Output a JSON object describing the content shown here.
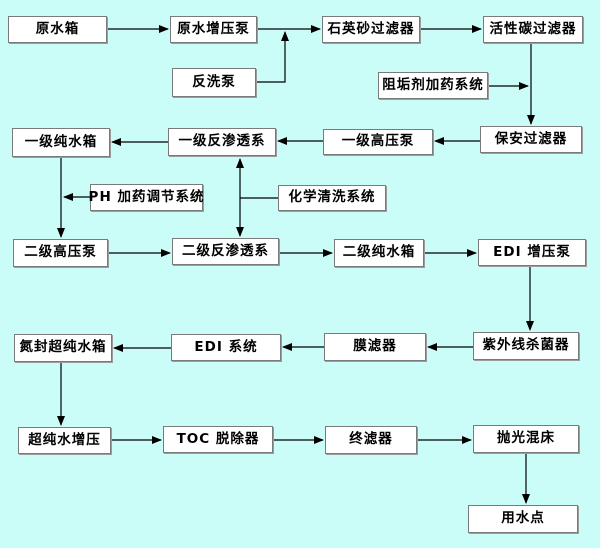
{
  "diagram_type": "flowchart",
  "colors": {
    "background": "#CAFCF8",
    "node_fill": "#FFFFFF",
    "node_border": "#7A7A7A",
    "connector": "#000000",
    "text": "#000000"
  },
  "nodes": [
    {
      "id": "raw-water-tank",
      "label": "原水箱"
    },
    {
      "id": "raw-water-booster-pump",
      "label": "原水增压泵"
    },
    {
      "id": "quartz-sand-filter",
      "label": "石英砂过滤器"
    },
    {
      "id": "activated-carbon-filter",
      "label": "活性碳过滤器"
    },
    {
      "id": "backwash-pump",
      "label": "反洗泵"
    },
    {
      "id": "antiscalant-dosing-system",
      "label": "阻垢剂加药系统"
    },
    {
      "id": "stage1-pure-water-tank",
      "label": "一级纯水箱"
    },
    {
      "id": "stage1-ro-system",
      "label": "一级反渗透系"
    },
    {
      "id": "stage1-high-pressure-pump",
      "label": "一级高压泵"
    },
    {
      "id": "security-filter",
      "label": "保安过滤器"
    },
    {
      "id": "ph-dosing-adjust-system",
      "label": "PH 加药调节系统"
    },
    {
      "id": "chemical-cleaning-system",
      "label": "化学清洗系统"
    },
    {
      "id": "stage2-high-pressure-pump",
      "label": "二级高压泵"
    },
    {
      "id": "stage2-ro-system",
      "label": "二级反渗透系"
    },
    {
      "id": "stage2-pure-water-tank",
      "label": "二级纯水箱"
    },
    {
      "id": "edi-booster-pump",
      "label": "EDI 增压泵"
    },
    {
      "id": "nitrogen-sealed-ultrapure-tank",
      "label": "氮封超纯水箱"
    },
    {
      "id": "edi-system",
      "label": "EDI 系统"
    },
    {
      "id": "membrane-filter",
      "label": "膜滤器"
    },
    {
      "id": "uv-sterilizer",
      "label": "紫外线杀菌器"
    },
    {
      "id": "ultrapure-booster",
      "label": "超纯水增压"
    },
    {
      "id": "toc-remover",
      "label": "TOC 脱除器"
    },
    {
      "id": "final-filter",
      "label": "终滤器"
    },
    {
      "id": "polishing-mixed-bed",
      "label": "抛光混床"
    },
    {
      "id": "point-of-use",
      "label": "用水点"
    }
  ],
  "edges": [
    {
      "from": "raw-water-tank",
      "to": "raw-water-booster-pump"
    },
    {
      "from": "raw-water-booster-pump",
      "to": "quartz-sand-filter"
    },
    {
      "from": "backwash-pump",
      "to": "quartz-sand-filter",
      "note": "joins booster-pump connector line"
    },
    {
      "from": "quartz-sand-filter",
      "to": "activated-carbon-filter"
    },
    {
      "from": "activated-carbon-filter",
      "to": "security-filter"
    },
    {
      "from": "antiscalant-dosing-system",
      "to": "security-filter",
      "note": "joins vertical connector line"
    },
    {
      "from": "security-filter",
      "to": "stage1-high-pressure-pump"
    },
    {
      "from": "stage1-high-pressure-pump",
      "to": "stage1-ro-system"
    },
    {
      "from": "stage1-ro-system",
      "to": "stage1-pure-water-tank"
    },
    {
      "from": "stage1-pure-water-tank",
      "to": "stage2-high-pressure-pump"
    },
    {
      "from": "ph-dosing-adjust-system",
      "to": "stage2-high-pressure-pump",
      "note": "joins vertical connector line"
    },
    {
      "from": "chemical-cleaning-system",
      "to": "stage1-ro-system"
    },
    {
      "from": "chemical-cleaning-system",
      "to": "stage2-ro-system"
    },
    {
      "from": "stage2-high-pressure-pump",
      "to": "stage2-ro-system"
    },
    {
      "from": "stage2-ro-system",
      "to": "stage2-pure-water-tank"
    },
    {
      "from": "stage2-pure-water-tank",
      "to": "edi-booster-pump"
    },
    {
      "from": "edi-booster-pump",
      "to": "uv-sterilizer"
    },
    {
      "from": "uv-sterilizer",
      "to": "membrane-filter"
    },
    {
      "from": "membrane-filter",
      "to": "edi-system"
    },
    {
      "from": "edi-system",
      "to": "nitrogen-sealed-ultrapure-tank"
    },
    {
      "from": "nitrogen-sealed-ultrapure-tank",
      "to": "ultrapure-booster"
    },
    {
      "from": "ultrapure-booster",
      "to": "toc-remover"
    },
    {
      "from": "toc-remover",
      "to": "final-filter"
    },
    {
      "from": "final-filter",
      "to": "polishing-mixed-bed"
    },
    {
      "from": "polishing-mixed-bed",
      "to": "point-of-use"
    }
  ]
}
